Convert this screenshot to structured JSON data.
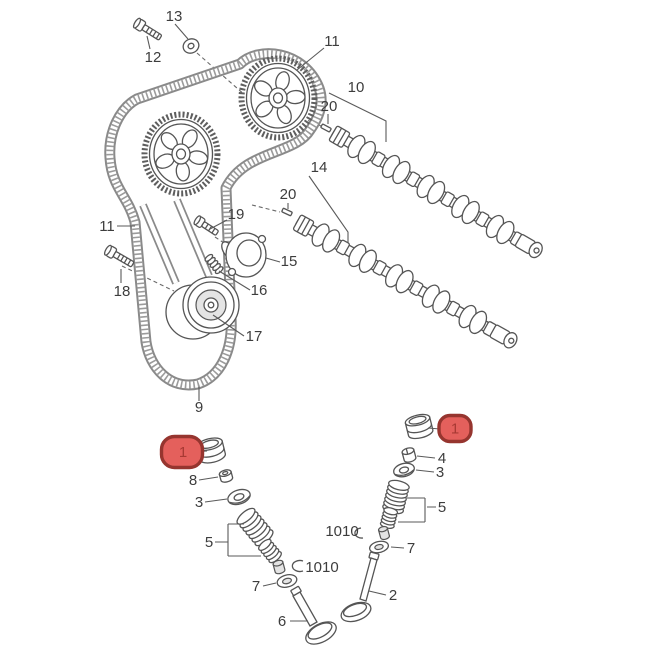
{
  "colors": {
    "background": "#ffffff",
    "line": "#555555",
    "label_text": "#3d3d3d",
    "highlight_fill": "#e4605c",
    "highlight_border": "#96352f",
    "highlight_text": "#a83a34"
  },
  "labels": [
    {
      "text": "13",
      "highlighted": false
    },
    {
      "text": "12",
      "highlighted": false
    },
    {
      "text": "11",
      "highlighted": false
    },
    {
      "text": "10",
      "highlighted": false
    },
    {
      "text": "20",
      "highlighted": false
    },
    {
      "text": "14",
      "highlighted": false
    },
    {
      "text": "20",
      "highlighted": false
    },
    {
      "text": "11",
      "highlighted": false
    },
    {
      "text": "19",
      "highlighted": false
    },
    {
      "text": "15",
      "highlighted": false
    },
    {
      "text": "16",
      "highlighted": false
    },
    {
      "text": "18",
      "highlighted": false
    },
    {
      "text": "17",
      "highlighted": false
    },
    {
      "text": "9",
      "highlighted": false
    },
    {
      "text": "1",
      "highlighted": true
    },
    {
      "text": "8",
      "highlighted": false
    },
    {
      "text": "3",
      "highlighted": false
    },
    {
      "text": "5",
      "highlighted": false
    },
    {
      "text": "1010",
      "highlighted": false
    },
    {
      "text": "7",
      "highlighted": false
    },
    {
      "text": "6",
      "highlighted": false
    },
    {
      "text": "1",
      "highlighted": true
    },
    {
      "text": "4",
      "highlighted": false
    },
    {
      "text": "3",
      "highlighted": false
    },
    {
      "text": "5",
      "highlighted": false
    },
    {
      "text": "1010",
      "highlighted": false
    },
    {
      "text": "7",
      "highlighted": false
    },
    {
      "text": "2",
      "highlighted": false
    }
  ]
}
